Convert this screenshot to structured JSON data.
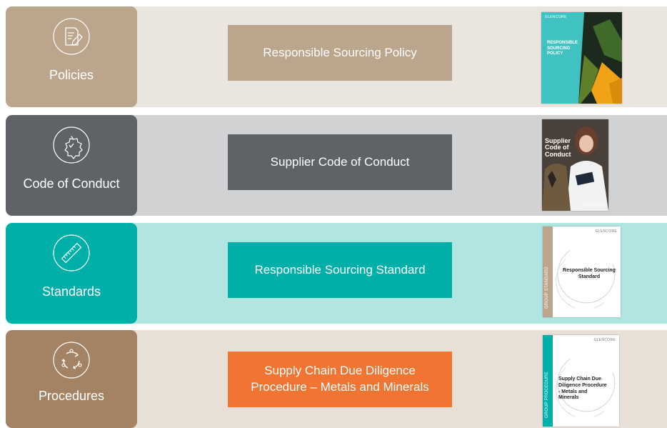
{
  "rows": [
    {
      "tile_label": "Policies",
      "icon": "document-pen-icon",
      "box_label": "Responsible Sourcing Policy",
      "doc": {
        "brand": "GLENCORE",
        "title": "RESPONSIBLE SOURCING POLICY"
      }
    },
    {
      "tile_label": "Code of Conduct",
      "icon": "gear-badge-icon",
      "box_label": "Supplier Code of Conduct",
      "doc": {
        "brand": "GLENCORE",
        "title": "Supplier Code of Conduct"
      }
    },
    {
      "tile_label": "Standards",
      "icon": "ruler-icon",
      "box_label": "Responsible Sourcing Standard",
      "doc": {
        "brand": "GLENCORE",
        "spine": "GROUP STANDARD",
        "title": "Responsible Sourcing Standard"
      }
    },
    {
      "tile_label": "Procedures",
      "icon": "cycle-arrows-icon",
      "box_label": "Supply Chain Due Diligence Procedure – Metals and Minerals",
      "doc": {
        "brand": "GLENCORE",
        "spine": "GROUP PROCEDURE",
        "title": "Supply Chain Due Diligence Procedure - Metals and Minerals"
      }
    }
  ],
  "colors": {
    "policies_tile": "#bba58c",
    "policies_band": "#ebe5df",
    "policies_box": "#bba58c",
    "conduct_tile": "#5f6368",
    "conduct_band": "#d0d2d4",
    "conduct_box": "#5f6368",
    "standards_tile": "#00b0a8",
    "standards_band": "#b1e5e2",
    "standards_box": "#00b0a8",
    "procedures_tile": "#a38363",
    "procedures_band": "#e8e0d7",
    "procedures_box": "#f07533"
  }
}
